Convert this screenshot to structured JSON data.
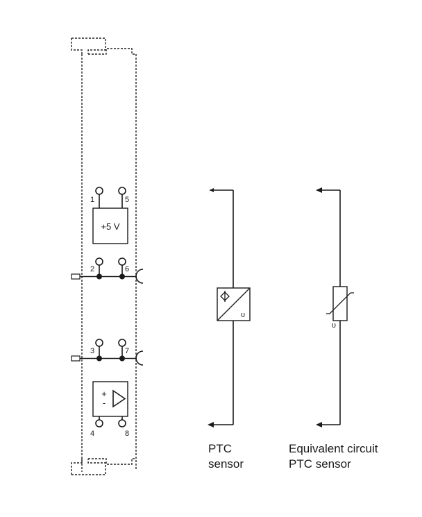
{
  "terminals": {
    "t1": "1",
    "t2": "2",
    "t3": "3",
    "t4": "4",
    "t5": "5",
    "t6": "6",
    "t7": "7",
    "t8": "8"
  },
  "supply_label": "+5 V",
  "amp_plus": "+",
  "amp_minus": "-",
  "ptc_symbol": "υ",
  "captions": {
    "ptc_line1": "PTC",
    "ptc_line2": "sensor",
    "eq_line1": "Equivalent circuit",
    "eq_line2": "PTC sensor"
  }
}
